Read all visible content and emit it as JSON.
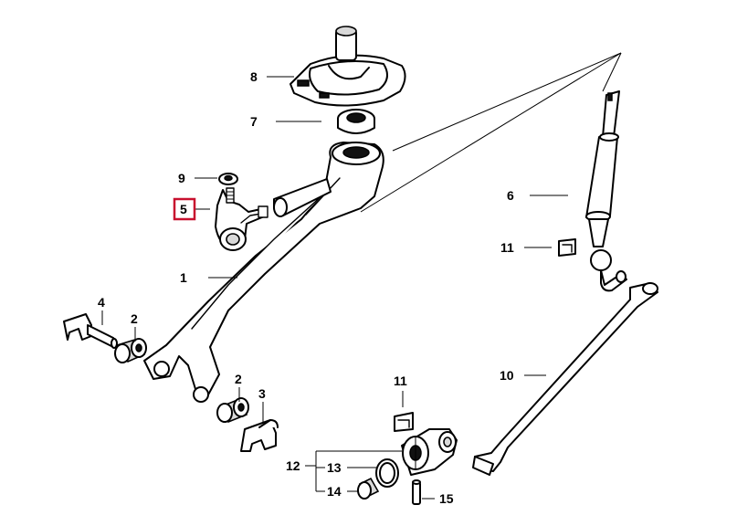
{
  "diagram": {
    "callouts": [
      {
        "id": "c1",
        "label": "1"
      },
      {
        "id": "c2a",
        "label": "2"
      },
      {
        "id": "c2b",
        "label": "2"
      },
      {
        "id": "c3",
        "label": "3"
      },
      {
        "id": "c4",
        "label": "4"
      },
      {
        "id": "c5",
        "label": "5"
      },
      {
        "id": "c6",
        "label": "6"
      },
      {
        "id": "c7",
        "label": "7"
      },
      {
        "id": "c8",
        "label": "8"
      },
      {
        "id": "c9",
        "label": "9"
      },
      {
        "id": "c10",
        "label": "10"
      },
      {
        "id": "c11a",
        "label": "11"
      },
      {
        "id": "c11b",
        "label": "11"
      },
      {
        "id": "c12",
        "label": "12"
      },
      {
        "id": "c13",
        "label": "13"
      },
      {
        "id": "c14",
        "label": "14"
      },
      {
        "id": "c15",
        "label": "15"
      }
    ],
    "highlighted_callout": "5",
    "highlight_color": "#c8102e"
  }
}
